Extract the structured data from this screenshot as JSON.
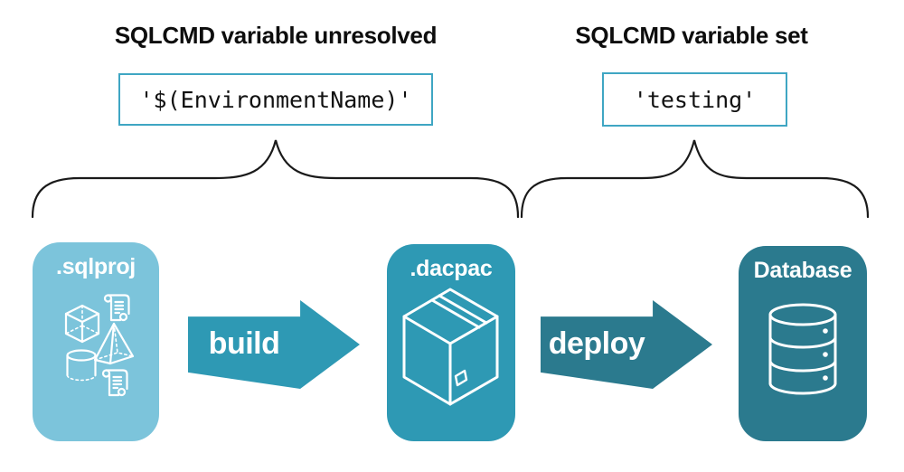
{
  "left_section": {
    "heading": "SQLCMD variable unresolved",
    "code": "'$(EnvironmentName)'"
  },
  "right_section": {
    "heading": "SQLCMD variable set",
    "code": "'testing'"
  },
  "pipeline": {
    "sqlproj": {
      "label": ".sqlproj",
      "icons": [
        "script-icon",
        "cube-icon",
        "pyramid-icon",
        "cylinder-icon",
        "script-icon"
      ]
    },
    "build_arrow": {
      "label": "build"
    },
    "dacpac": {
      "label": ".dacpac",
      "icons": [
        "package-icon"
      ]
    },
    "deploy_arrow": {
      "label": "deploy"
    },
    "database": {
      "label": "Database",
      "icons": [
        "database-icon"
      ]
    }
  },
  "theme": {
    "light_blue": "#7cc4db",
    "teal": "#2e99b4",
    "dark_teal": "#2b7a8e",
    "code_border": "#3fa6c3",
    "brace_color": "#1a1a1a",
    "text_color": "#0d0d0d",
    "background": "#ffffff"
  }
}
